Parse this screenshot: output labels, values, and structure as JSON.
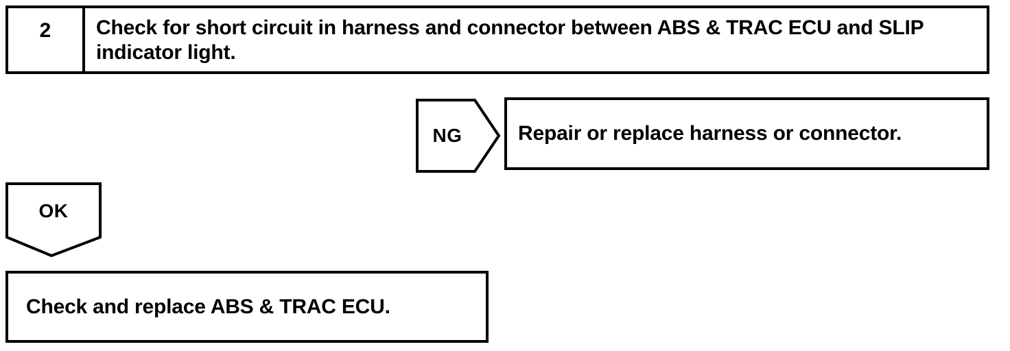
{
  "flowchart": {
    "step": {
      "number": "2",
      "instruction": "Check for short circuit in harness and connector between ABS & TRAC ECU and SLIP indicator light."
    },
    "ng_branch": {
      "label": "NG",
      "action": "Repair or replace harness or connector."
    },
    "ok_branch": {
      "label": "OK",
      "action": "Check and replace ABS & TRAC ECU."
    },
    "colors": {
      "ink": "#000000",
      "paper": "#ffffff"
    }
  }
}
